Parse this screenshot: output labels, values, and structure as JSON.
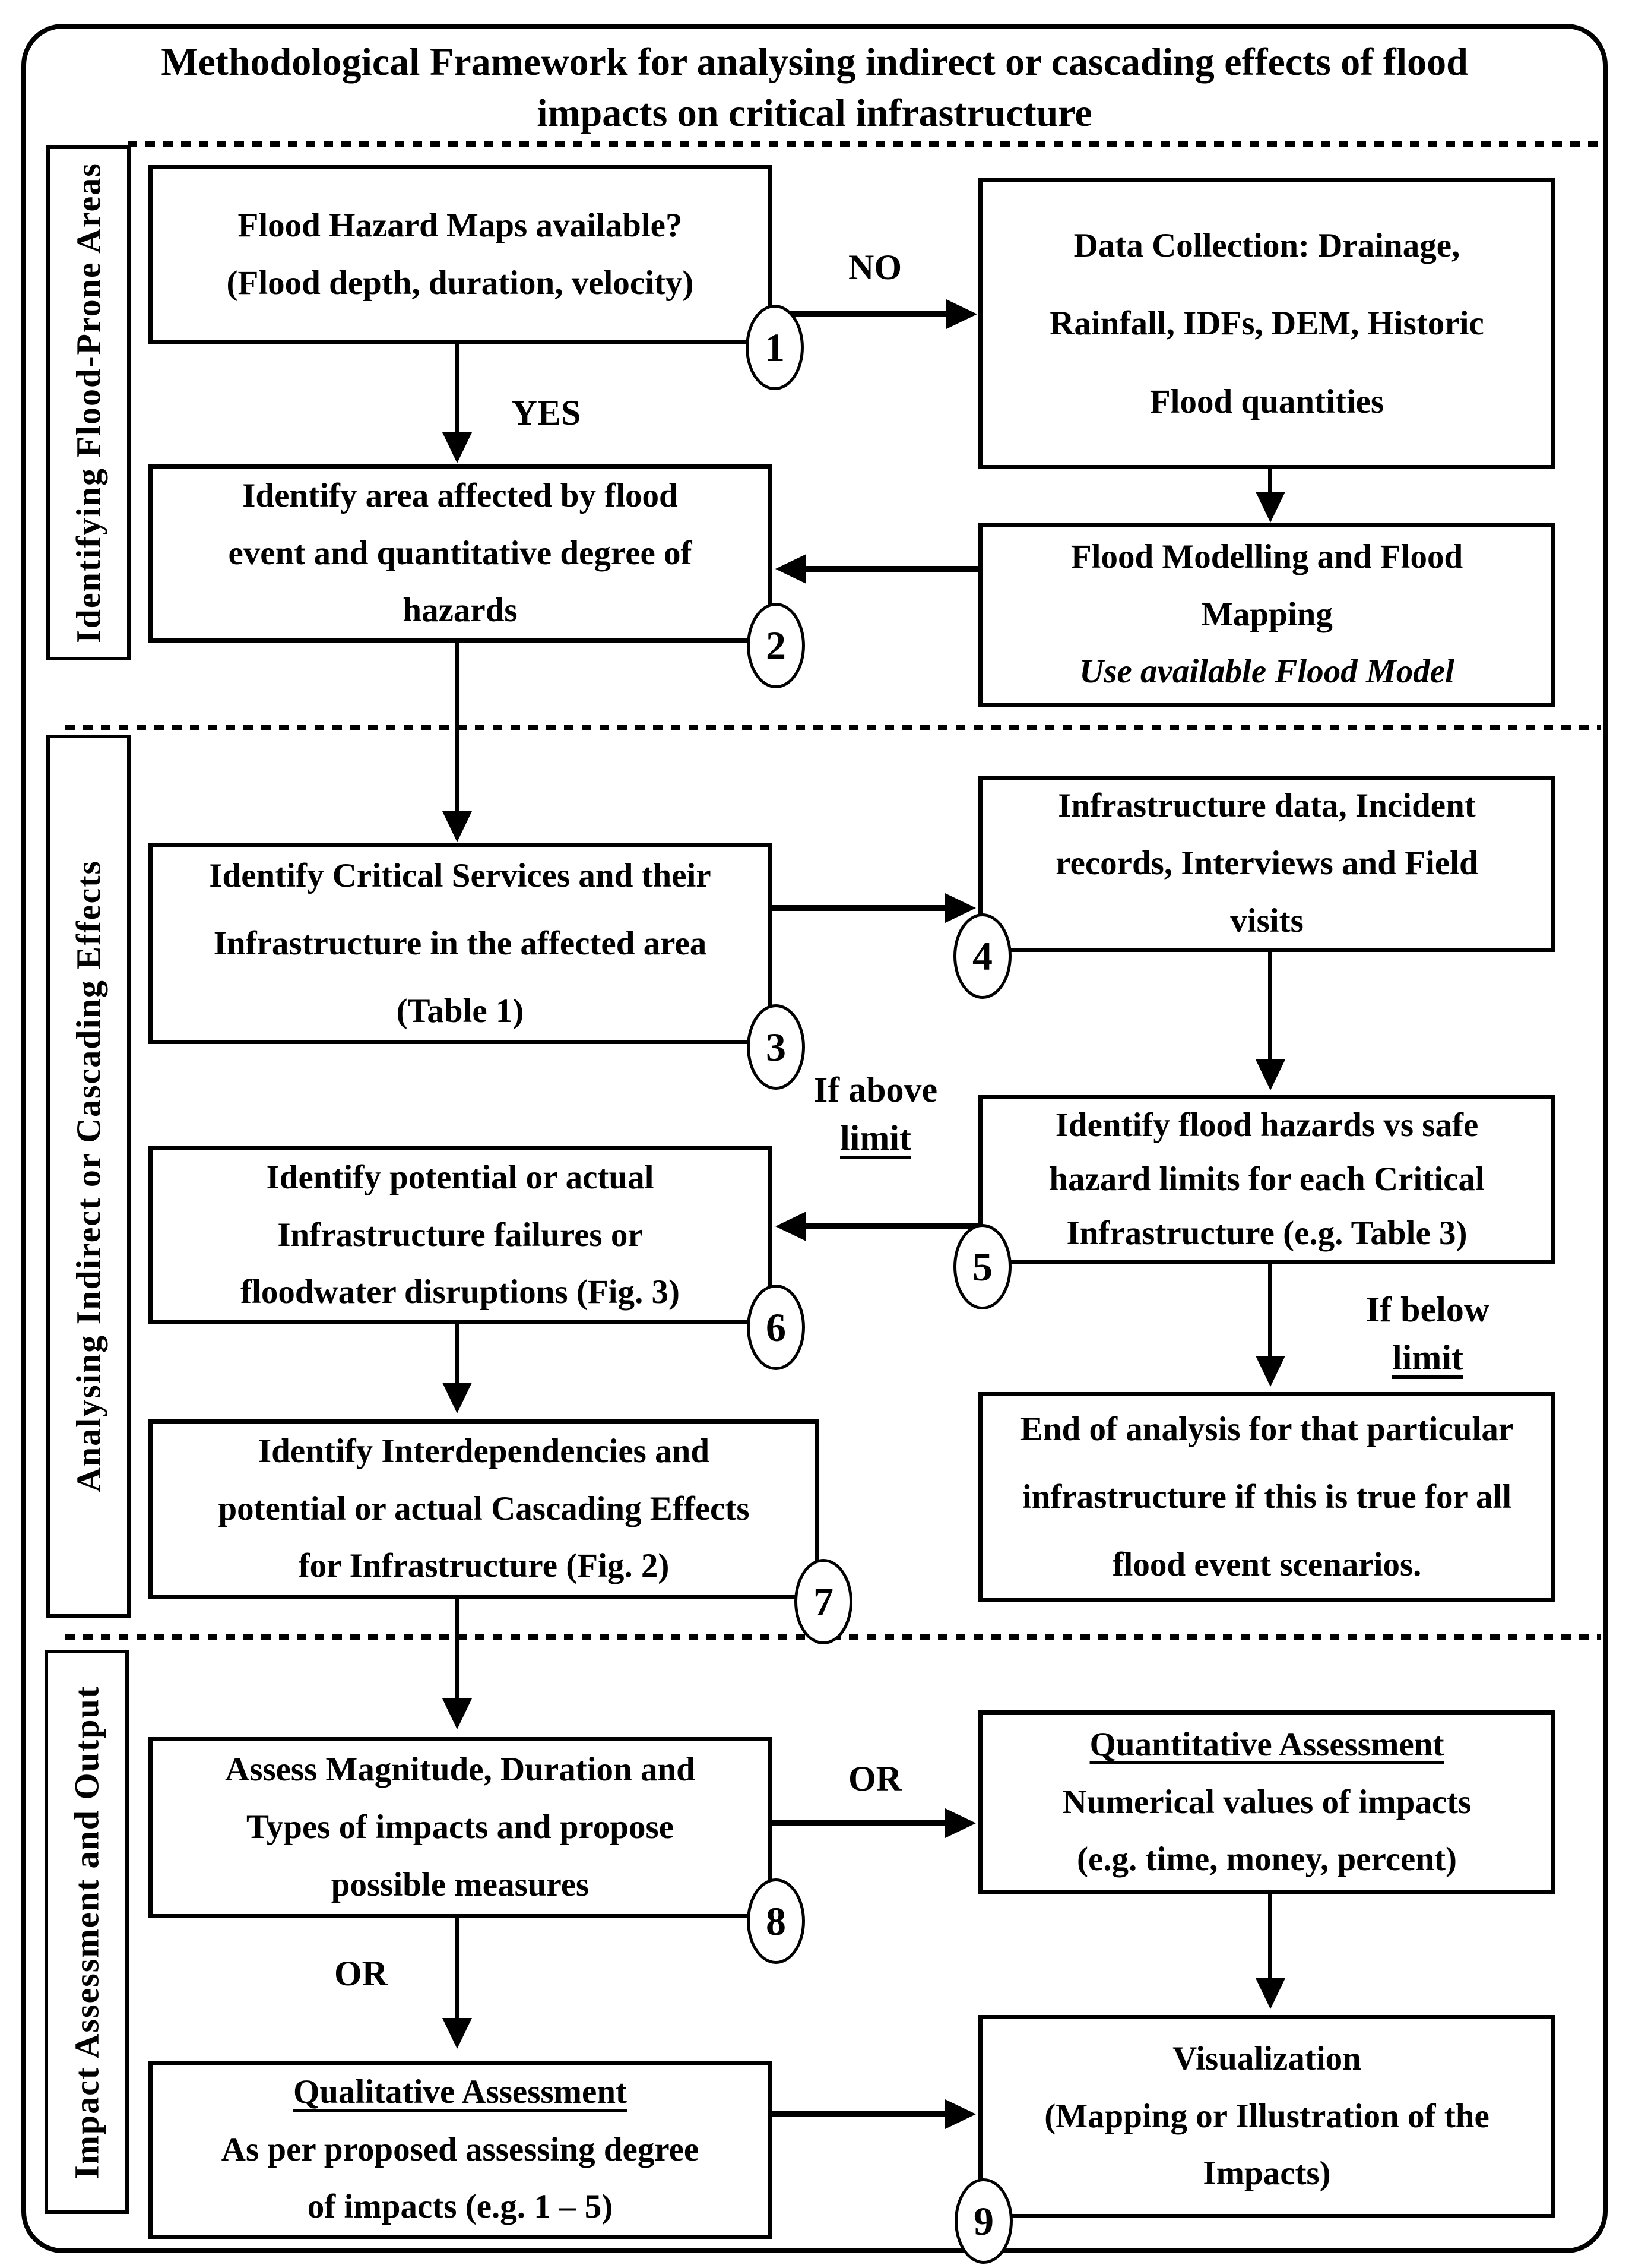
{
  "title": {
    "line1": "Methodological Framework for analysing indirect or cascading effects of flood",
    "line2": "impacts on critical infrastructure"
  },
  "sections": {
    "s1": "Identifying Flood-Prone Areas",
    "s2": "Analysing Indirect or Cascading Effects",
    "s3": "Impact Assessment and Output"
  },
  "boxes": {
    "flood_hazard_maps": {
      "l1": "Flood Hazard Maps available?",
      "l2": "(Flood depth, duration, velocity)",
      "step": "1"
    },
    "data_collection": {
      "l1": "Data Collection: Drainage,",
      "l2": "Rainfall, IDFs, DEM, Historic",
      "l3": "Flood quantities"
    },
    "identify_area": {
      "l1": "Identify area affected by flood",
      "l2": "event and quantitative degree of",
      "l3": "hazards",
      "step": "2"
    },
    "flood_modelling": {
      "l1": "Flood Modelling and Flood",
      "l2": "Mapping",
      "l3": "Use available Flood Model"
    },
    "identify_critical_services": {
      "l1": "Identify Critical Services and their",
      "l2": "Infrastructure in the affected area",
      "l3": "(Table 1)",
      "step": "3"
    },
    "infrastructure_data": {
      "l1": "Infrastructure data, Incident",
      "l2": "records, Interviews and Field",
      "l3": "visits",
      "step": "4"
    },
    "identify_failures": {
      "l1": "Identify potential or actual",
      "l2": "Infrastructure failures or",
      "l3": "floodwater disruptions (Fig. 3)",
      "step": "6"
    },
    "identify_flood_hazards": {
      "l1": "Identify flood hazards vs safe",
      "l2": "hazard limits for each Critical",
      "l3": "Infrastructure (e.g. Table 3)",
      "step": "5"
    },
    "identify_interdependencies": {
      "l1": "Identify Interdependencies and",
      "l2": "potential or actual Cascading Effects",
      "l3": "for Infrastructure (Fig. 2)",
      "step": "7"
    },
    "end_of_analysis": {
      "l1": "End of analysis for that particular",
      "l2": "infrastructure if this is true for all",
      "l3": "flood event scenarios."
    },
    "assess_magnitude": {
      "l1": "Assess Magnitude, Duration and",
      "l2": "Types of impacts and propose",
      "l3": "possible measures",
      "step": "8"
    },
    "quantitative_assessment": {
      "heading": "Quantitative Assessment",
      "l2": "Numerical values of impacts",
      "l3": "(e.g. time, money, percent)"
    },
    "qualitative_assessment": {
      "heading": "Qualitative Assessment",
      "l2": "As per proposed assessing degree",
      "l3": "of impacts (e.g. 1 – 5)"
    },
    "visualization": {
      "l1": "Visualization",
      "l2": "(Mapping or Illustration of the",
      "l3": "Impacts)",
      "step": "9"
    }
  },
  "labels": {
    "no": "NO",
    "yes": "YES",
    "if_above_1": "If above",
    "if_above_2": "limit",
    "if_below_1": "If below",
    "if_below_2": "limit",
    "or_right": "OR",
    "or_left": "OR"
  },
  "colors": {
    "ink": "#000000",
    "paper": "#ffffff"
  }
}
